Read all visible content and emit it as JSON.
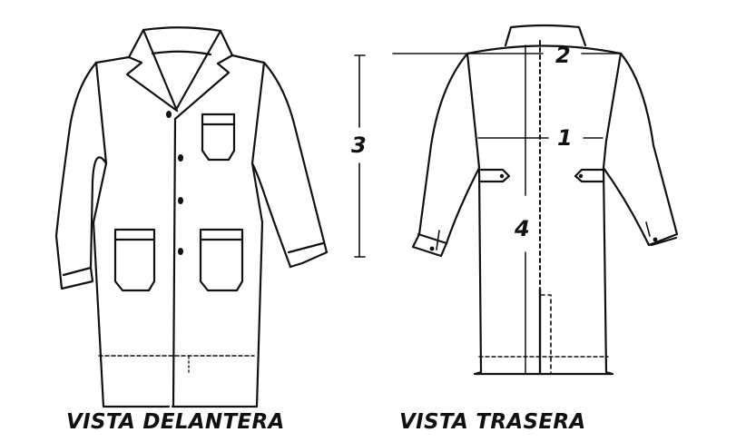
{
  "front_view": {
    "caption": "VISTA DELANTERA",
    "measurement_labels": [
      {
        "id": "3",
        "text": "3"
      }
    ]
  },
  "back_view": {
    "caption": "VISTA TRASERA",
    "measurement_labels": [
      {
        "id": "1",
        "text": "1"
      },
      {
        "id": "2",
        "text": "2"
      },
      {
        "id": "4",
        "text": "4"
      }
    ]
  },
  "colors": {
    "line": "#111111",
    "background": "#ffffff"
  }
}
